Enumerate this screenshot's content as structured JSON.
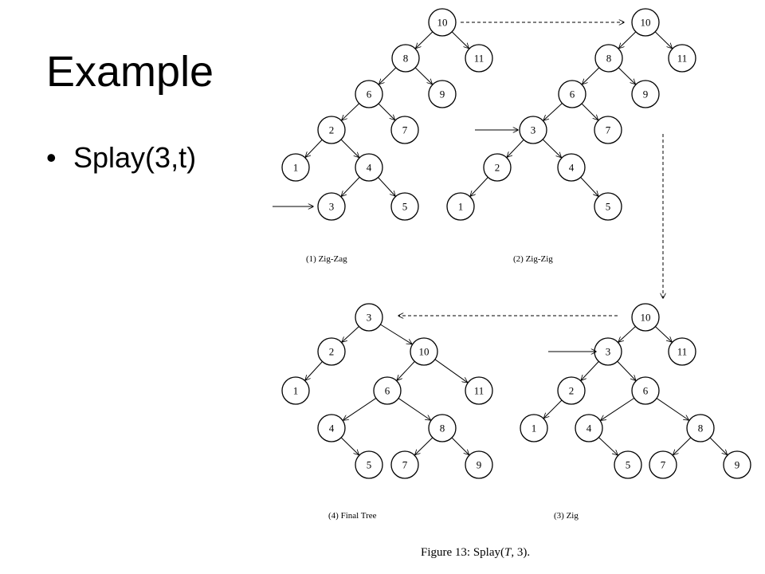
{
  "slide": {
    "title": "Example",
    "bullets": [
      "Splay(3,t)"
    ]
  },
  "figure": {
    "caption_prefix": "Figure 13:  Splay(",
    "caption_var": "T",
    "caption_suffix": ", 3).",
    "trees": [
      {
        "id": "zigzag",
        "caption": "(1) Zig-Zag",
        "nodes": [
          "10",
          "8",
          "11",
          "6",
          "9",
          "2",
          "7",
          "1",
          "4",
          "3",
          "5"
        ],
        "edges": [
          [
            "10",
            "8"
          ],
          [
            "10",
            "11"
          ],
          [
            "8",
            "6"
          ],
          [
            "8",
            "9"
          ],
          [
            "6",
            "2"
          ],
          [
            "6",
            "7"
          ],
          [
            "2",
            "1"
          ],
          [
            "2",
            "4"
          ],
          [
            "4",
            "3"
          ],
          [
            "4",
            "5"
          ]
        ],
        "highlight": "3"
      },
      {
        "id": "zigzig",
        "caption": "(2) Zig-Zig",
        "nodes": [
          "10",
          "8",
          "11",
          "6",
          "9",
          "3",
          "7",
          "2",
          "4",
          "1",
          "5"
        ],
        "edges": [
          [
            "10",
            "8"
          ],
          [
            "10",
            "11"
          ],
          [
            "8",
            "6"
          ],
          [
            "8",
            "9"
          ],
          [
            "6",
            "3"
          ],
          [
            "6",
            "7"
          ],
          [
            "3",
            "2"
          ],
          [
            "3",
            "4"
          ],
          [
            "2",
            "1"
          ],
          [
            "4",
            "5"
          ]
        ],
        "highlight": "3"
      },
      {
        "id": "zig",
        "caption": "(3) Zig",
        "nodes": [
          "10",
          "3",
          "11",
          "2",
          "6",
          "1",
          "4",
          "8",
          "5",
          "7",
          "9"
        ],
        "edges": [
          [
            "10",
            "3"
          ],
          [
            "10",
            "11"
          ],
          [
            "3",
            "2"
          ],
          [
            "3",
            "6"
          ],
          [
            "2",
            "1"
          ],
          [
            "6",
            "4"
          ],
          [
            "6",
            "8"
          ],
          [
            "4",
            "5"
          ],
          [
            "8",
            "7"
          ],
          [
            "8",
            "9"
          ]
        ],
        "highlight": "3"
      },
      {
        "id": "final",
        "caption": "(4) Final Tree",
        "nodes": [
          "3",
          "2",
          "10",
          "1",
          "6",
          "11",
          "4",
          "8",
          "5",
          "7",
          "9"
        ],
        "edges": [
          [
            "3",
            "2"
          ],
          [
            "3",
            "10"
          ],
          [
            "2",
            "1"
          ],
          [
            "10",
            "6"
          ],
          [
            "10",
            "11"
          ],
          [
            "6",
            "4"
          ],
          [
            "6",
            "8"
          ],
          [
            "4",
            "5"
          ],
          [
            "8",
            "7"
          ],
          [
            "8",
            "9"
          ]
        ],
        "highlight": ""
      }
    ]
  }
}
